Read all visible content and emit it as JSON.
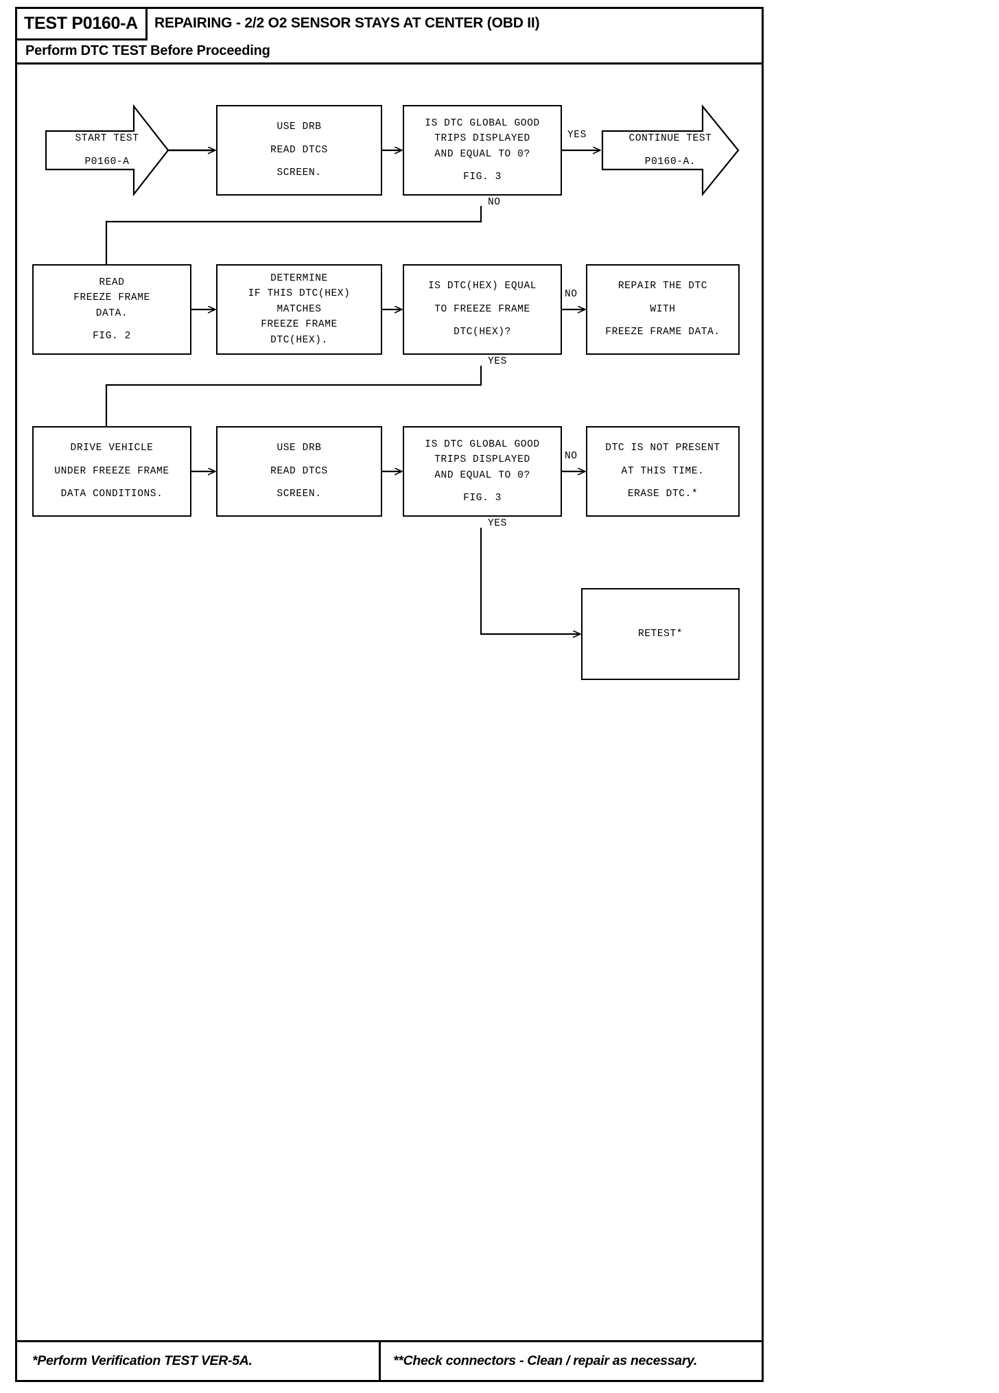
{
  "header": {
    "test_id": "TEST P0160-A",
    "title": "REPAIRING - 2/2 O2 SENSOR STAYS AT CENTER (OBD II)",
    "subtitle": "Perform DTC TEST Before Proceeding"
  },
  "footer": {
    "left_note": "*Perform Verification TEST VER-5A.",
    "right_note": "**Check connectors - Clean / repair as necessary."
  },
  "flowchart": {
    "type": "diagram",
    "nodes": [
      {
        "id": "start-test",
        "shape": "arrow",
        "lines": [
          "START TEST",
          "",
          "P0160-A"
        ]
      },
      {
        "id": "use-drb-read-dtcs-1",
        "shape": "rect",
        "lines": [
          "USE DRB",
          "",
          "READ DTCS",
          "",
          "SCREEN."
        ]
      },
      {
        "id": "is-dtc-global-good-1",
        "shape": "rect",
        "lines": [
          "IS DTC GLOBAL GOOD",
          "TRIPS DISPLAYED",
          "AND EQUAL TO 0?",
          "",
          "FIG. 3"
        ]
      },
      {
        "id": "continue-test",
        "shape": "arrow",
        "lines": [
          "CONTINUE TEST",
          "",
          "P0160-A."
        ]
      },
      {
        "id": "read-freeze-frame-data",
        "shape": "rect",
        "lines": [
          "READ",
          "FREEZE FRAME",
          "DATA.",
          "",
          "FIG. 2"
        ]
      },
      {
        "id": "determine-if-dtc-matches",
        "shape": "rect",
        "lines": [
          "DETERMINE",
          "IF THIS DTC(HEX)",
          "MATCHES",
          "FREEZE FRAME",
          "DTC(HEX)."
        ]
      },
      {
        "id": "is-dtc-hex-equal",
        "shape": "rect",
        "lines": [
          "IS DTC(HEX) EQUAL",
          "",
          "TO FREEZE FRAME",
          "",
          "DTC(HEX)?"
        ]
      },
      {
        "id": "repair-the-dtc",
        "shape": "rect",
        "lines": [
          "REPAIR THE DTC",
          "",
          "WITH",
          "",
          "FREEZE FRAME DATA."
        ]
      },
      {
        "id": "drive-vehicle",
        "shape": "rect",
        "lines": [
          "DRIVE VEHICLE",
          "",
          "UNDER FREEZE FRAME",
          "",
          "DATA CONDITIONS."
        ]
      },
      {
        "id": "use-drb-read-dtcs-2",
        "shape": "rect",
        "lines": [
          "USE DRB",
          "",
          "READ DTCS",
          "",
          "SCREEN."
        ]
      },
      {
        "id": "is-dtc-global-good-2",
        "shape": "rect",
        "lines": [
          "IS DTC GLOBAL GOOD",
          "TRIPS DISPLAYED",
          "AND EQUAL TO 0?",
          "",
          "FIG. 3"
        ]
      },
      {
        "id": "dtc-not-present",
        "shape": "rect",
        "lines": [
          "DTC IS NOT PRESENT",
          "",
          "AT THIS TIME.",
          "",
          "ERASE DTC.*"
        ]
      },
      {
        "id": "retest",
        "shape": "rect",
        "lines": [
          "RETEST*"
        ]
      }
    ],
    "edge_labels": {
      "yes_row1": "YES",
      "no_row1": "NO",
      "no_row2": "NO",
      "yes_row2": "YES",
      "no_row3": "NO",
      "yes_row3": "YES"
    }
  },
  "colors": {
    "ink": "#000000",
    "paper": "#ffffff"
  }
}
